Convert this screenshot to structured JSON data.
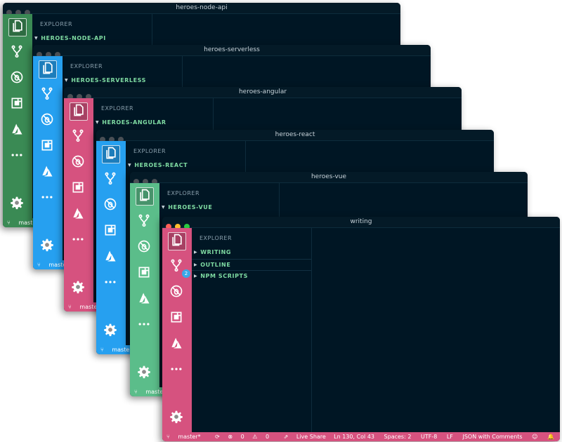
{
  "windows": [
    {
      "id": "node",
      "title": "heroes-node-api",
      "accent": "#3a8a54",
      "explorer": "EXPLORER",
      "sections": [
        {
          "label": "HEROES-NODE-API"
        }
      ],
      "status": {
        "branch": "master"
      }
    },
    {
      "id": "serverless",
      "title": "heroes-serverless",
      "accent": "#26a0f0",
      "explorer": "EXPLORER",
      "sections": [
        {
          "label": "HEROES-SERVERLESS"
        }
      ],
      "status": {
        "branch": "master"
      }
    },
    {
      "id": "angular",
      "title": "heroes-angular",
      "accent": "#d6527f",
      "explorer": "EXPLORER",
      "sections": [
        {
          "label": "HEROES-ANGULAR"
        }
      ],
      "status": {
        "branch": "master"
      }
    },
    {
      "id": "react",
      "title": "heroes-react",
      "accent": "#26a0f0",
      "explorer": "EXPLORER",
      "sections": [
        {
          "label": "HEROES-REACT"
        }
      ],
      "status": {
        "branch": "master"
      }
    },
    {
      "id": "vue",
      "title": "heroes-vue",
      "accent": "#5bbd8a",
      "explorer": "EXPLORER",
      "sections": [
        {
          "label": "HEROES-VUE"
        }
      ],
      "status": {
        "branch": "master"
      }
    },
    {
      "id": "writing",
      "title": "writing",
      "accent": "#d6527f",
      "explorer": "EXPLORER",
      "sections": [
        {
          "label": "WRITING"
        },
        {
          "label": "OUTLINE"
        },
        {
          "label": "NPM SCRIPTS"
        }
      ],
      "scm_badge": "2",
      "status": {
        "branch": "master*",
        "errors": "0",
        "warnings": "0",
        "live_share": "Live Share",
        "position": "Ln 130, Col 43",
        "spaces": "Spaces: 2",
        "encoding": "UTF-8",
        "eol": "LF",
        "language": "JSON with Comments"
      }
    }
  ],
  "activity_icons": [
    "files-icon",
    "source-control-icon",
    "debug-icon",
    "extensions-icon",
    "azure-icon",
    "more-icon"
  ],
  "colors": {
    "background": "#001624",
    "section_text": "#7fdba2",
    "explorer_text": "#8aa0ad"
  }
}
